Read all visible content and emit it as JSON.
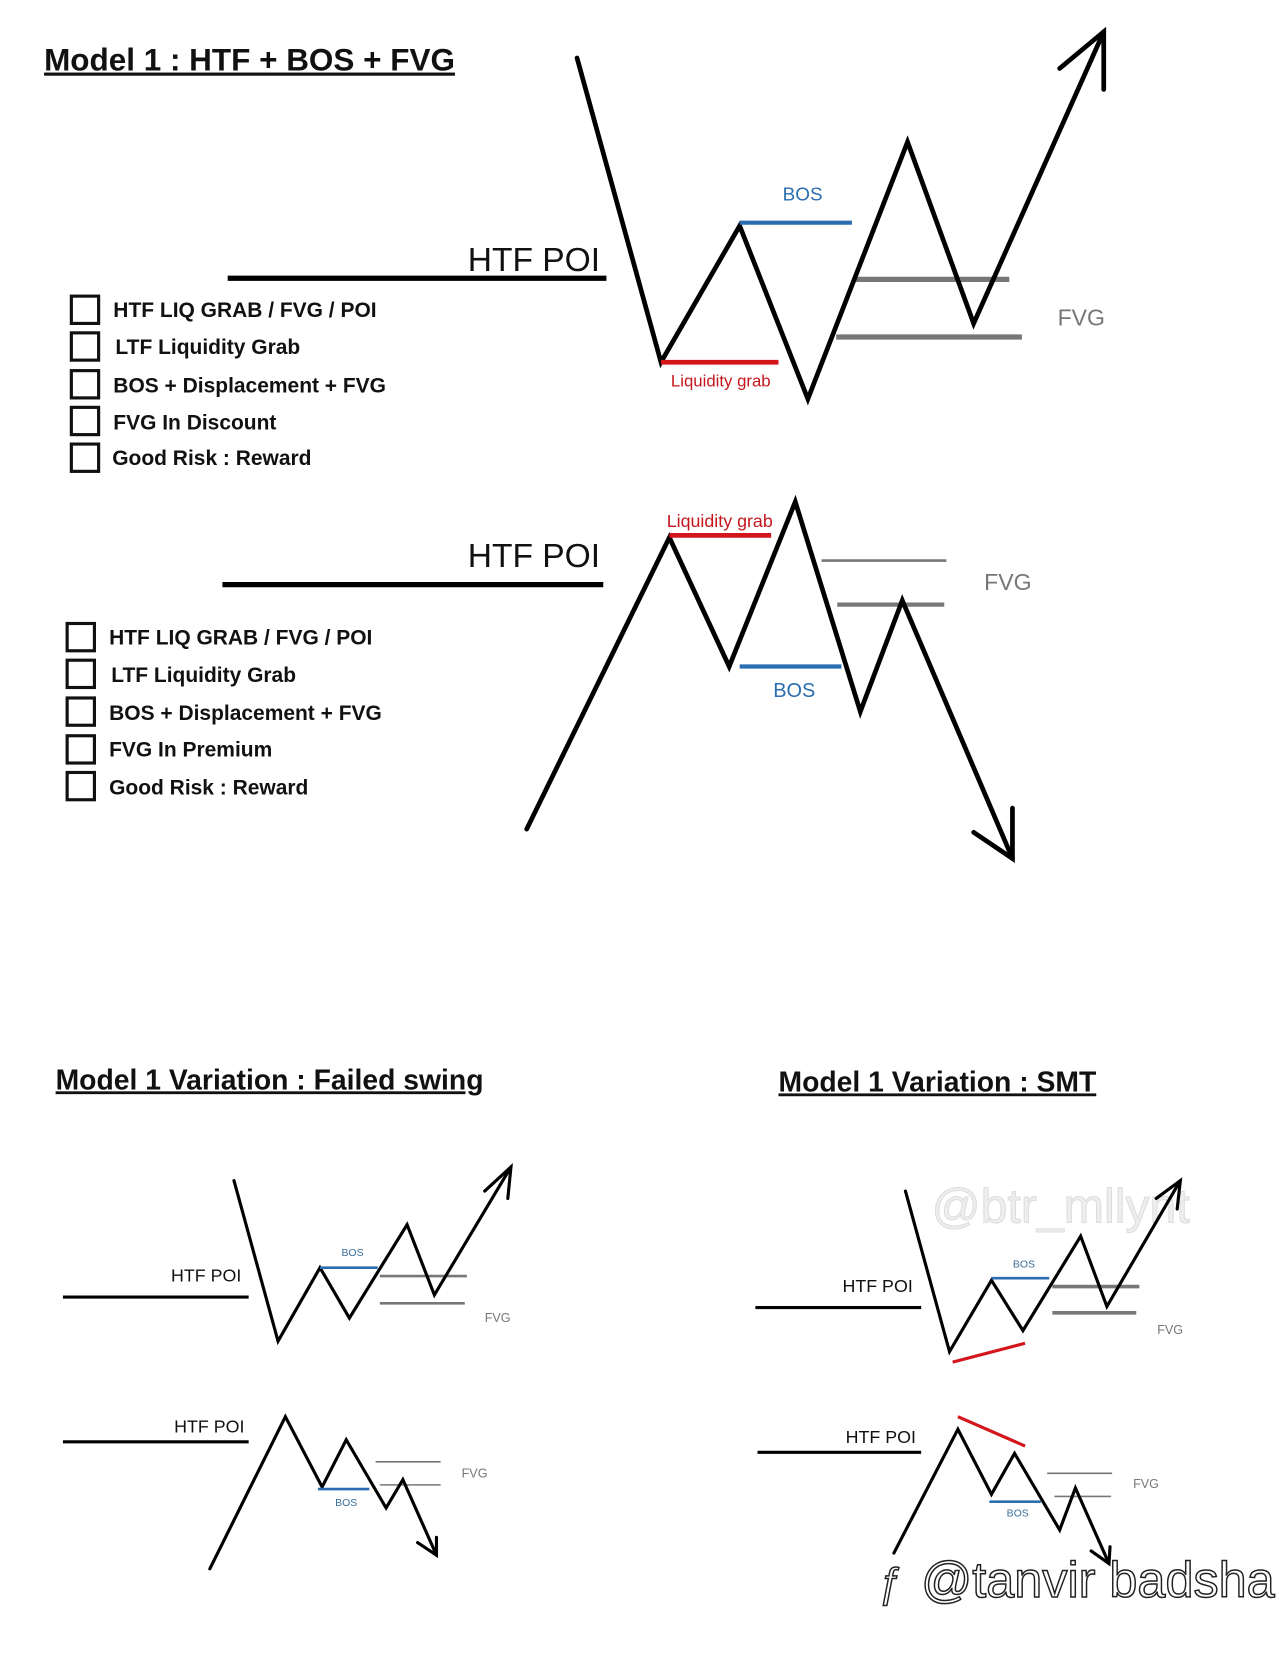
{
  "main_model": {
    "title": "Model 1 : HTF + BOS + FVG",
    "bullish": {
      "poi_label": "HTF POI",
      "bos_label": "BOS",
      "liquidity_label": "Liquidity grab",
      "fvg_label": "FVG",
      "checklist": [
        "HTF LIQ GRAB / FVG / POI",
        "LTF Liquidity Grab",
        "BOS + Displacement + FVG",
        "FVG In Discount",
        "Good Risk : Reward"
      ]
    },
    "bearish": {
      "poi_label": "HTF POI",
      "bos_label": "BOS",
      "liquidity_label": "Liquidity grab",
      "fvg_label": "FVG",
      "checklist": [
        "HTF LIQ GRAB / FVG / POI",
        "LTF Liquidity Grab",
        "BOS + Displacement + FVG",
        "FVG In Premium",
        "Good Risk : Reward"
      ]
    }
  },
  "failed_swing": {
    "title": "Model 1 Variation : Failed swing",
    "bullish": {
      "poi_label": "HTF POI",
      "bos_label": "BOS",
      "fvg_label": "FVG"
    },
    "bearish": {
      "poi_label": "HTF POI",
      "bos_label": "BOS",
      "fvg_label": "FVG"
    }
  },
  "smt": {
    "title": "Model 1 Variation : SMT",
    "bullish": {
      "poi_label": "HTF POI",
      "bos_label": "BOS",
      "fvg_label": "FVG"
    },
    "bearish": {
      "poi_label": "HTF POI",
      "bos_label": "BOS",
      "fvg_label": "FVG"
    }
  },
  "watermarks": [
    "@btr_mllynt",
    "@tanvir badsha"
  ],
  "colors": {
    "bos": "#2a6db0",
    "liquidity": "#d4151c",
    "fvg": "#777777",
    "price": "#000000"
  }
}
